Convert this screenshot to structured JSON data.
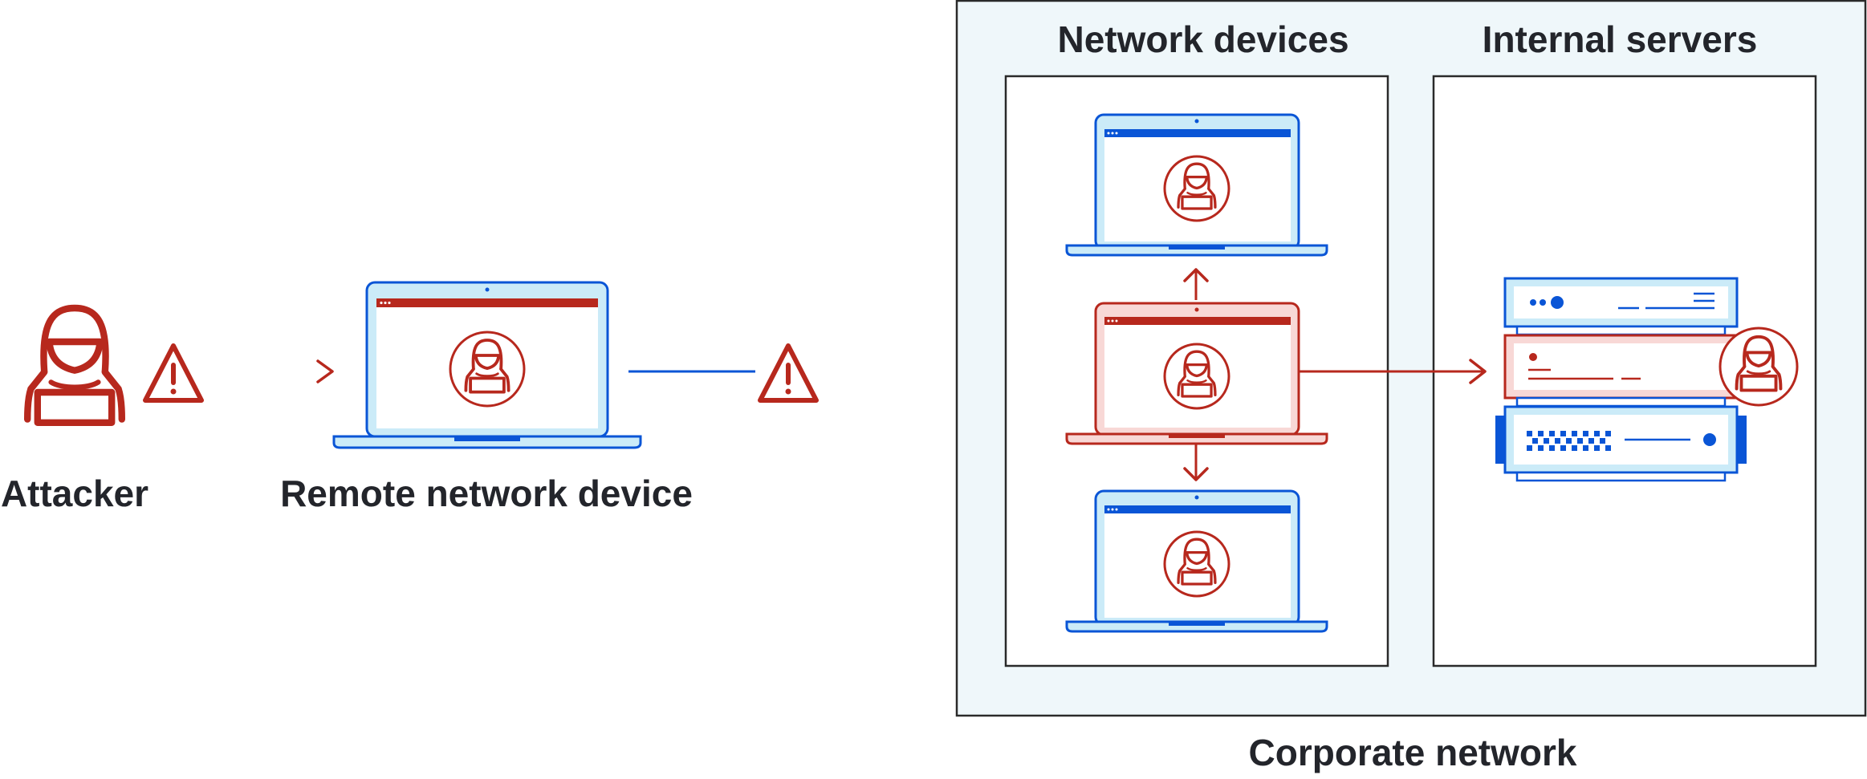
{
  "labels": {
    "attacker": "Attacker",
    "remote_device": "Remote network device",
    "network_devices": "Network devices",
    "internal_servers": "Internal servers",
    "corporate_network": "Corporate network"
  },
  "colors": {
    "red": "#B7281D",
    "red_fill": "#F8D8D6",
    "blue": "#0A55D6",
    "blue_fill": "#CBEBF8",
    "corp_bg": "#EFF7FA",
    "stroke_dark": "#2A2A2A",
    "text": "#23252B"
  },
  "icons": {
    "attacker": "hooded-attacker-icon",
    "warning": "warning-triangle-icon",
    "laptop": "laptop-icon",
    "server": "server-rack-icon",
    "arrow": "arrow-icon"
  }
}
